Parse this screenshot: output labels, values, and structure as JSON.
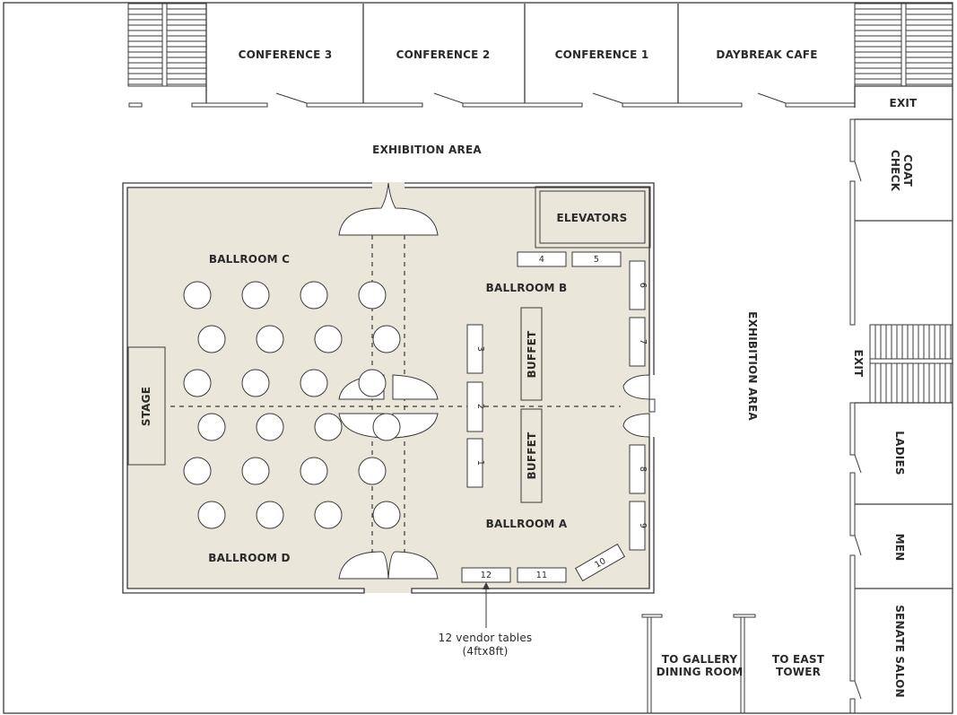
{
  "rooms": {
    "conference_3": "CONFERENCE 3",
    "conference_2": "CONFERENCE 2",
    "conference_1": "CONFERENCE 1",
    "daybreak_cafe": "DAYBREAK CAFE",
    "exit_top": "EXIT",
    "coat_check_1": "COAT",
    "coat_check_2": "CHECK",
    "exhibition_top": "EXHIBITION AREA",
    "exhibition_right": "EXHIBITION AREA",
    "elevators": "ELEVATORS",
    "ballroom_a": "BALLROOM A",
    "ballroom_b": "BALLROOM B",
    "ballroom_c": "BALLROOM C",
    "ballroom_d": "BALLROOM D",
    "stage": "STAGE",
    "buffet_upper": "BUFFET",
    "buffet_lower": "BUFFET",
    "exit_right": "EXIT",
    "ladies": "LADIES",
    "men": "MEN",
    "senate_salon": "SENATE SALON",
    "gallery_1": "TO GALLERY",
    "gallery_2": "DINING ROOM",
    "east_tower_1": "TO EAST",
    "east_tower_2": "TOWER"
  },
  "vendor_tables": [
    "1",
    "2",
    "3",
    "4",
    "5",
    "6",
    "7",
    "8",
    "9",
    "10",
    "11",
    "12"
  ],
  "callout": {
    "line1": "12 vendor tables",
    "line2": "(4ftx8ft)"
  },
  "colors": {
    "ballroom_fill": "#ebe6da",
    "wall": "#3a3a3a",
    "background": "#ffffff"
  }
}
